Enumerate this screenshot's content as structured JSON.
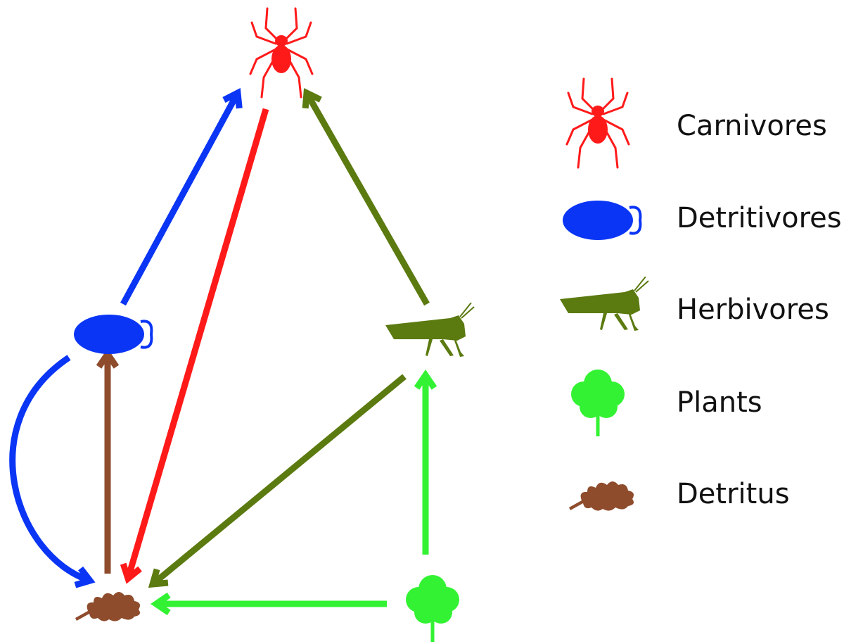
{
  "colors": {
    "carnivores": "#ff1a1a",
    "detritivores": "#0a35f5",
    "herbivores": "#5b7a10",
    "plants": "#33f233",
    "detritus": "#8e4c2c"
  },
  "legend": [
    {
      "key": "carnivores",
      "label": "Carnivores",
      "icon": "spider-icon"
    },
    {
      "key": "detritivores",
      "label": "Detritivores",
      "icon": "isopod-icon"
    },
    {
      "key": "herbivores",
      "label": "Herbivores",
      "icon": "grasshopper-icon"
    },
    {
      "key": "plants",
      "label": "Plants",
      "icon": "tree-icon"
    },
    {
      "key": "detritus",
      "label": "Detritus",
      "icon": "leaf-icon"
    }
  ],
  "edges": [
    {
      "from": "detritivores",
      "to": "carnivores"
    },
    {
      "from": "herbivores",
      "to": "carnivores"
    },
    {
      "from": "carnivores",
      "to": "detritus"
    },
    {
      "from": "detritus",
      "to": "detritivores"
    },
    {
      "from": "plants",
      "to": "herbivores"
    },
    {
      "from": "herbivores",
      "to": "detritus"
    },
    {
      "from": "plants",
      "to": "detritus"
    },
    {
      "from": "detritivores",
      "to": "detritus"
    }
  ]
}
